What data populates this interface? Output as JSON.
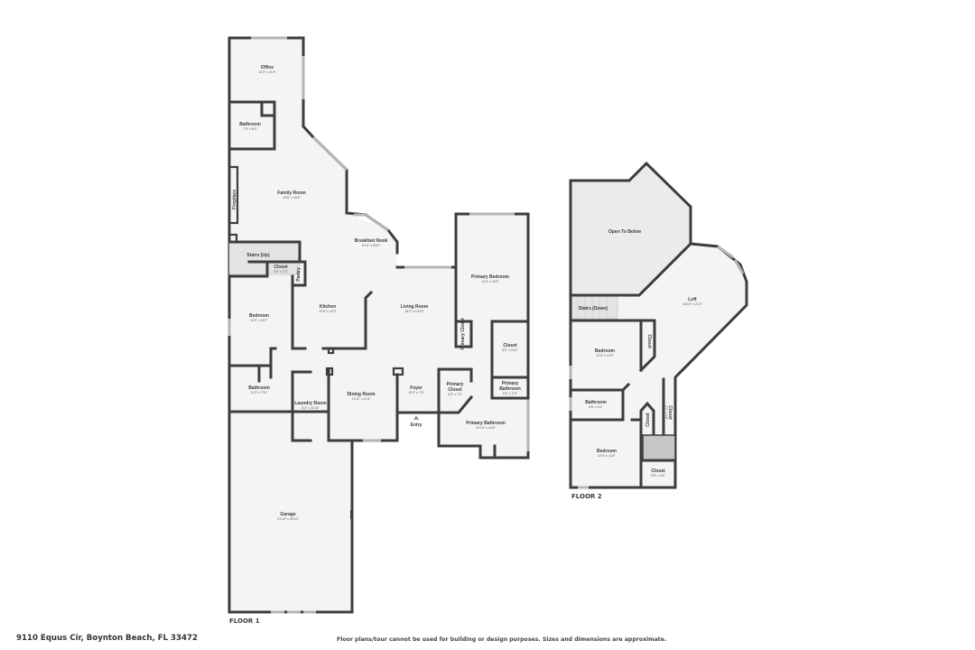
{
  "address": "9110 Equus Cir, Boynton Beach, FL 33472",
  "disclaimer": "Floor plans/tour cannot be used for building or design purposes. Sizes and dimensions are approximate.",
  "floors": [
    {
      "label": "FLOOR 1",
      "rooms": [
        {
          "name": "Office",
          "dim": "10'3\" x 11'4\""
        },
        {
          "name": "Bathroom",
          "dim": "7'9\" x 8'0\""
        },
        {
          "name": "Family Room",
          "dim": "19'6\" x 16'6\""
        },
        {
          "name": "Fireplace",
          "dim": ""
        },
        {
          "name": "Breakfast Nook",
          "dim": "8'10\" x 8'10\""
        },
        {
          "name": "Stairs (Up)",
          "dim": ""
        },
        {
          "name": "Closet",
          "dim": "4'4\" x 2'2\""
        },
        {
          "name": "Pantry",
          "dim": ""
        },
        {
          "name": "Bedroom",
          "dim": "11'3\" x 15'7\""
        },
        {
          "name": "Kitchen",
          "dim": "12'8\" x 15'3\""
        },
        {
          "name": "Living Room",
          "dim": "16'3\" x 13'10\""
        },
        {
          "name": "Primary Bedroom",
          "dim": "12'4\" x 29'5\""
        },
        {
          "name": "Primary Closet",
          "dim": ""
        },
        {
          "name": "Closet",
          "dim": "6'0\" x 9'11\""
        },
        {
          "name": "Bathroom",
          "dim": "11'3\" x 7'11\""
        },
        {
          "name": "Laundry Room",
          "dim": "6'2\" x 11'10\""
        },
        {
          "name": "Dining Room",
          "dim": "11'11\" x 11'3\""
        },
        {
          "name": "Foyer",
          "dim": "10'3\" x 7'6\""
        },
        {
          "name": "Entry",
          "dim": ""
        },
        {
          "name": "Primary Closet",
          "dim": "5'9\" x 7'6\""
        },
        {
          "name": "Primary Bathroom",
          "dim": "6'0\" x 2'5\""
        },
        {
          "name": "Primary Bathroom",
          "dim": "10'10\" x 14'8\""
        },
        {
          "name": "Garage",
          "dim": "21'10\" x 35'10\""
        }
      ]
    },
    {
      "label": "FLOOR 2",
      "rooms": [
        {
          "name": "Open To Below",
          "dim": ""
        },
        {
          "name": "Stairs (Down)",
          "dim": ""
        },
        {
          "name": "Loft",
          "dim": "16'10\" x 21'2\""
        },
        {
          "name": "Bedroom",
          "dim": "12'3\" x 12'3\""
        },
        {
          "name": "Closet",
          "dim": ""
        },
        {
          "name": "Bathroom",
          "dim": "8'8\" x 5'1\""
        },
        {
          "name": "Closet",
          "dim": ""
        },
        {
          "name": "Closet",
          "dim": "2'1\" x 4'8\""
        },
        {
          "name": "Bedroom",
          "dim": "12'8\" x 11'8\""
        },
        {
          "name": "Closet",
          "dim": "5'5\" x 4'6\""
        }
      ]
    }
  ]
}
